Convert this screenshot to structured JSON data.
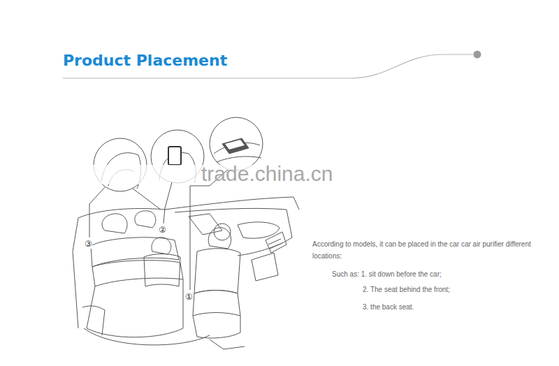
{
  "diagram": {
    "title": "Product Placement",
    "labels": [
      "trade.china.cn",
      "③",
      "②",
      "①",
      "According to models, it can be placed in the car car air purifier different locations:",
      "Such as: 1. sit down before the car;",
      "2. The seat behind the front;",
      "3. the back seat."
    ]
  }
}
